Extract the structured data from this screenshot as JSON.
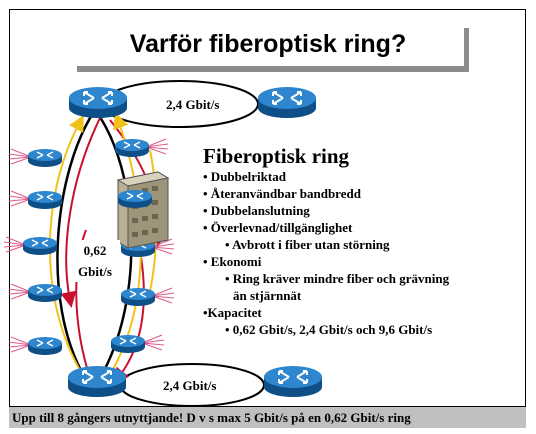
{
  "title": "Varför fiberoptisk ring?",
  "labels": {
    "speed_top": "2,4 Gbit/s",
    "speed_bottom": "2,4 Gbit/s",
    "ring_speed_line1": "0,62",
    "ring_speed_line2": "Gbit/s"
  },
  "text_block": {
    "heading": "Fiberoptisk ring",
    "items": [
      "• Dubbelriktad",
      "• Återanvändbar bandbredd",
      "• Dubbelanslutning",
      "• Överlevnad/tillgänglighet",
      "• Avbrott i fiber utan störning",
      "• Ekonomi",
      "• Ring kräver mindre fiber och  grävning",
      "än stjärnnät",
      "•Kapacitet",
      "• 0,62 Gbit/s, 2,4 Gbit/s och 9,6 Gbit/s"
    ]
  },
  "footer": "Upp till 8 gångers utnyttjande!  D v s max 5 Gbit/s på en 0,62 Gbit/s ring",
  "colors": {
    "router_blue": "#1f6fb3",
    "arrow_red": "#c8102e",
    "arrow_yellow": "#f2c21c",
    "link_pink": "#e05a8a",
    "footer_gray": "#bfbfbf"
  },
  "icons": [
    "router-icon",
    "server-building-icon"
  ]
}
